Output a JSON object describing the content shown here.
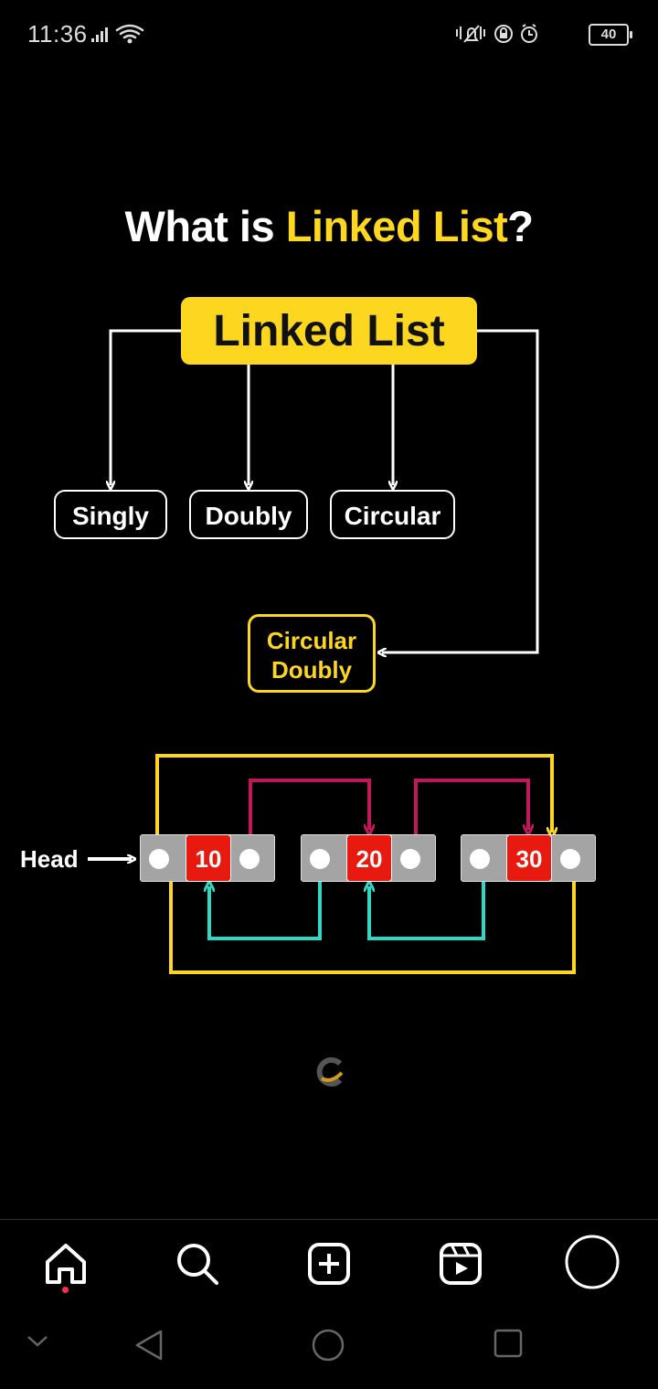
{
  "status_bar": {
    "time": "11:36",
    "battery": "40"
  },
  "post": {
    "headline_prefix": "What is ",
    "headline_accent": "Linked List",
    "headline_suffix": "?",
    "root_label": "Linked List",
    "types": {
      "singly": "Singly",
      "doubly": "Doubly",
      "circular": "Circular",
      "circular_doubly_line1": "Circular",
      "circular_doubly_line2": "Doubly"
    },
    "head_label": "Head",
    "nodes": [
      {
        "value": "10"
      },
      {
        "value": "20"
      },
      {
        "value": "30"
      }
    ],
    "colors": {
      "accent_yellow": "#fcd61f",
      "node_red": "#e8190e",
      "next_pointer": "#c2185b",
      "prev_pointer": "#2ed8c3"
    }
  },
  "bottom_nav": {
    "items": [
      "home-icon",
      "search-icon",
      "create-icon",
      "reels-icon",
      "profile-icon"
    ]
  }
}
